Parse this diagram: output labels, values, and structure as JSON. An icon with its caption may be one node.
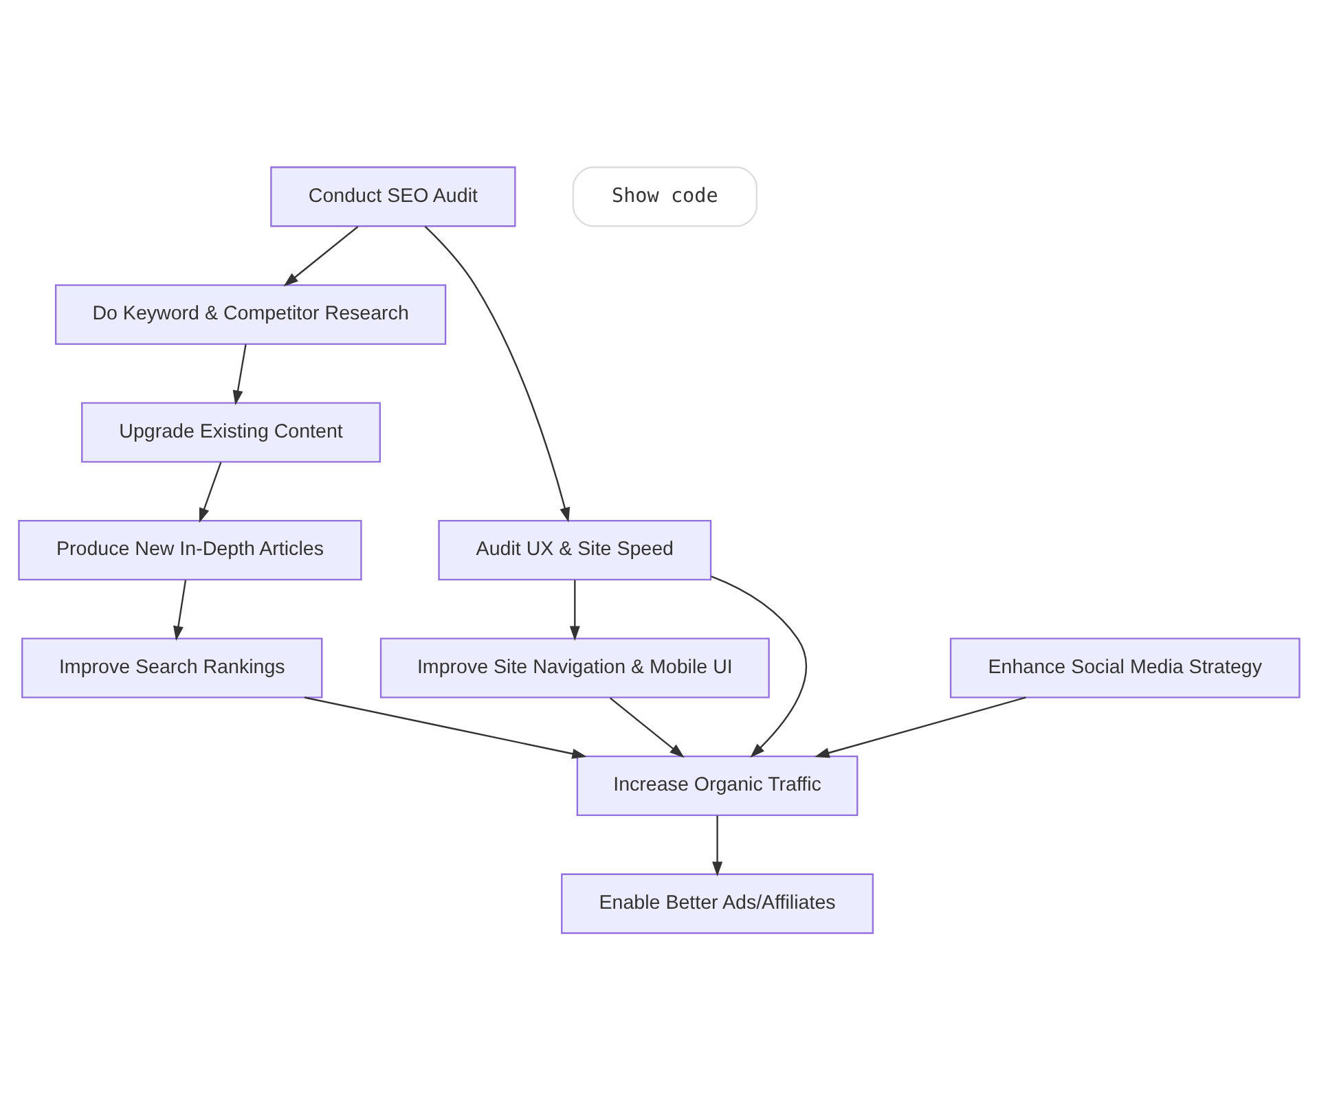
{
  "diagram": {
    "nodes": [
      {
        "text": [
          "Conduct SEO Audit"
        ]
      },
      {
        "text": [
          "Do Keyword & Competitor Research"
        ]
      },
      {
        "text": [
          "Upgrade Existing Content"
        ]
      },
      {
        "text": [
          "Produce New In-Depth Articles"
        ]
      },
      {
        "text": [
          "Audit UX & Site Speed"
        ]
      },
      {
        "text": [
          "Improve Search Rankings"
        ]
      },
      {
        "text": [
          "Improve Site Navigation & Mobile UI"
        ]
      },
      {
        "text": [
          "Enhance Social Media Strategy"
        ]
      },
      {
        "text": [
          "Increase Organic Traffic"
        ]
      },
      {
        "text": [
          "Enable Better Ads/Affiliates"
        ]
      }
    ],
    "edges": [
      {
        "from": 0,
        "to": 1,
        "arrow": "to"
      },
      {
        "from": 0,
        "to": 4,
        "arrow": "to"
      },
      {
        "from": 1,
        "to": 2,
        "arrow": "to"
      },
      {
        "from": 2,
        "to": 3,
        "arrow": "to"
      },
      {
        "from": 3,
        "to": 5,
        "arrow": "to"
      },
      {
        "from": 4,
        "to": 6,
        "arrow": "to"
      },
      {
        "from": 4,
        "to": 8,
        "arrow": "to"
      },
      {
        "from": 5,
        "to": 8,
        "arrow": "to"
      },
      {
        "from": 6,
        "to": 8,
        "arrow": "to"
      },
      {
        "from": 7,
        "to": 8,
        "arrow": "to"
      },
      {
        "from": 8,
        "to": 9,
        "arrow": "to"
      }
    ],
    "labels": [
      "Show code"
    ]
  }
}
